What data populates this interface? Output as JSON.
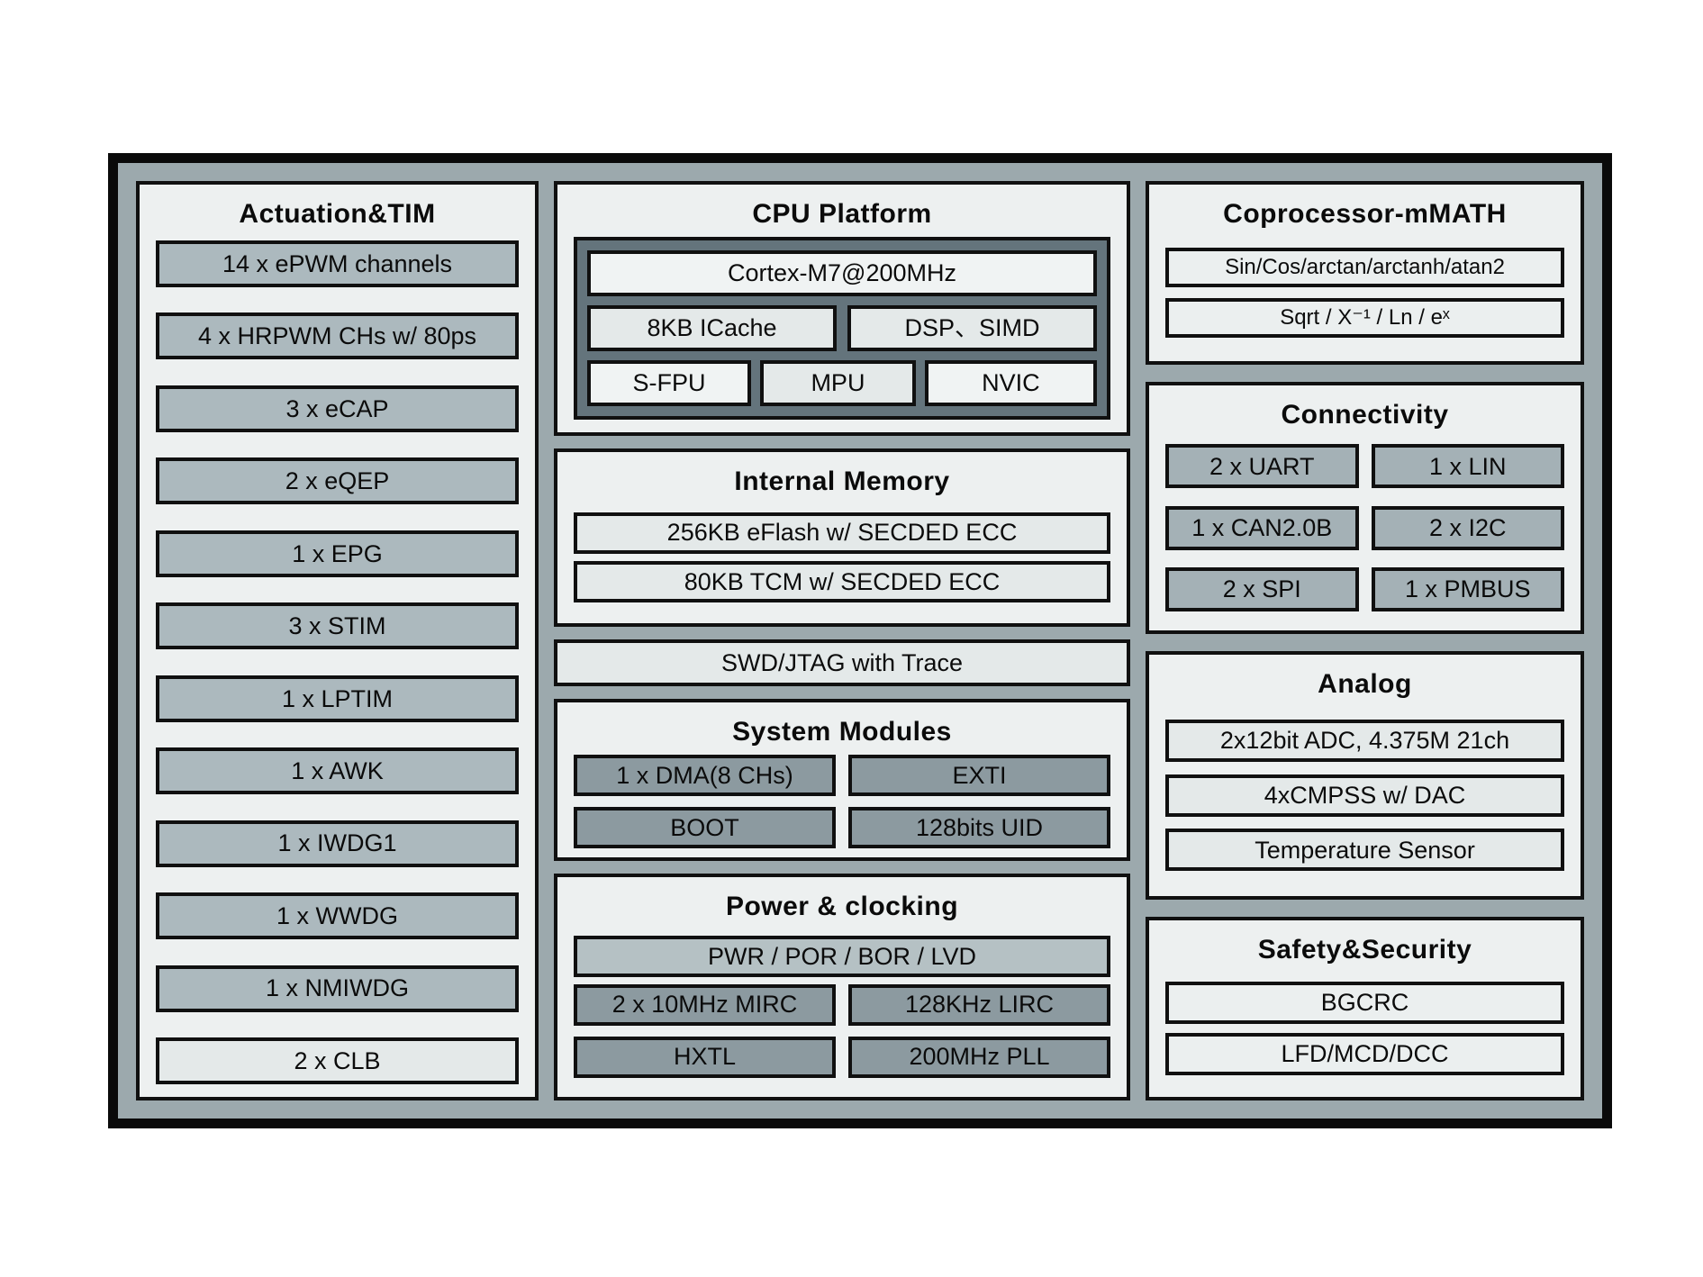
{
  "left_panel": {
    "title": "Actuation&TIM",
    "items": [
      "14 x ePWM channels",
      "4 x HRPWM CHs w/ 80ps",
      "3 x eCAP",
      "2 x eQEP",
      "1 x EPG",
      "3 x STIM",
      "1 x LPTIM",
      "1 x AWK",
      "1 x IWDG1",
      "1 x WWDG",
      "1 x NMIWDG",
      "2 x CLB"
    ]
  },
  "cpu_platform": {
    "title": "CPU Platform",
    "core": "Cortex-M7@200MHz",
    "row2": [
      "8KB ICache",
      "DSP、SIMD"
    ],
    "row3": [
      "S-FPU",
      "MPU",
      "NVIC"
    ]
  },
  "internal_memory": {
    "title": "Internal Memory",
    "items": [
      "256KB eFlash w/ SECDED ECC",
      "80KB TCM w/ SECDED ECC"
    ]
  },
  "debug": {
    "label": "SWD/JTAG with Trace"
  },
  "system_modules": {
    "title": "System Modules",
    "items": [
      "1 x DMA(8 CHs)",
      "EXTI",
      "BOOT",
      "128bits UID"
    ]
  },
  "power_clocking": {
    "title": "Power & clocking",
    "row1": "PWR / POR / BOR / LVD",
    "items": [
      "2 x 10MHz MIRC",
      "128KHz LIRC",
      "HXTL",
      "200MHz PLL"
    ]
  },
  "coprocessor": {
    "title": "Coprocessor-mMATH",
    "items": [
      "Sin/Cos/arctan/arctanh/atan2",
      "Sqrt / X⁻¹ / Ln / eˣ"
    ]
  },
  "connectivity": {
    "title": "Connectivity",
    "items": [
      "2 x UART",
      "1 x LIN",
      "1 x CAN2.0B",
      "2 x I2C",
      "2 x SPI",
      "1 x PMBUS"
    ]
  },
  "analog": {
    "title": "Analog",
    "items": [
      "2x12bit ADC, 4.375M 21ch",
      "4xCMPSS w/ DAC",
      "Temperature Sensor"
    ]
  },
  "safety": {
    "title": "Safety&Security",
    "items": [
      "BGCRC",
      "LFD/MCD/DCC"
    ]
  },
  "colors": {
    "frame_band": "#9CA9AD",
    "panel_bg": "#EDF0F0",
    "item_medium": "#ACB9BE",
    "item_dark": "#8C9AA0",
    "item_light": "#E4E9E9",
    "item_white": "#F0F3F3",
    "item_power": "#B5C1C4",
    "item_connectivity": "#A4B1B6",
    "cpu_container": "#64747C",
    "border": "#0A0A0A"
  }
}
